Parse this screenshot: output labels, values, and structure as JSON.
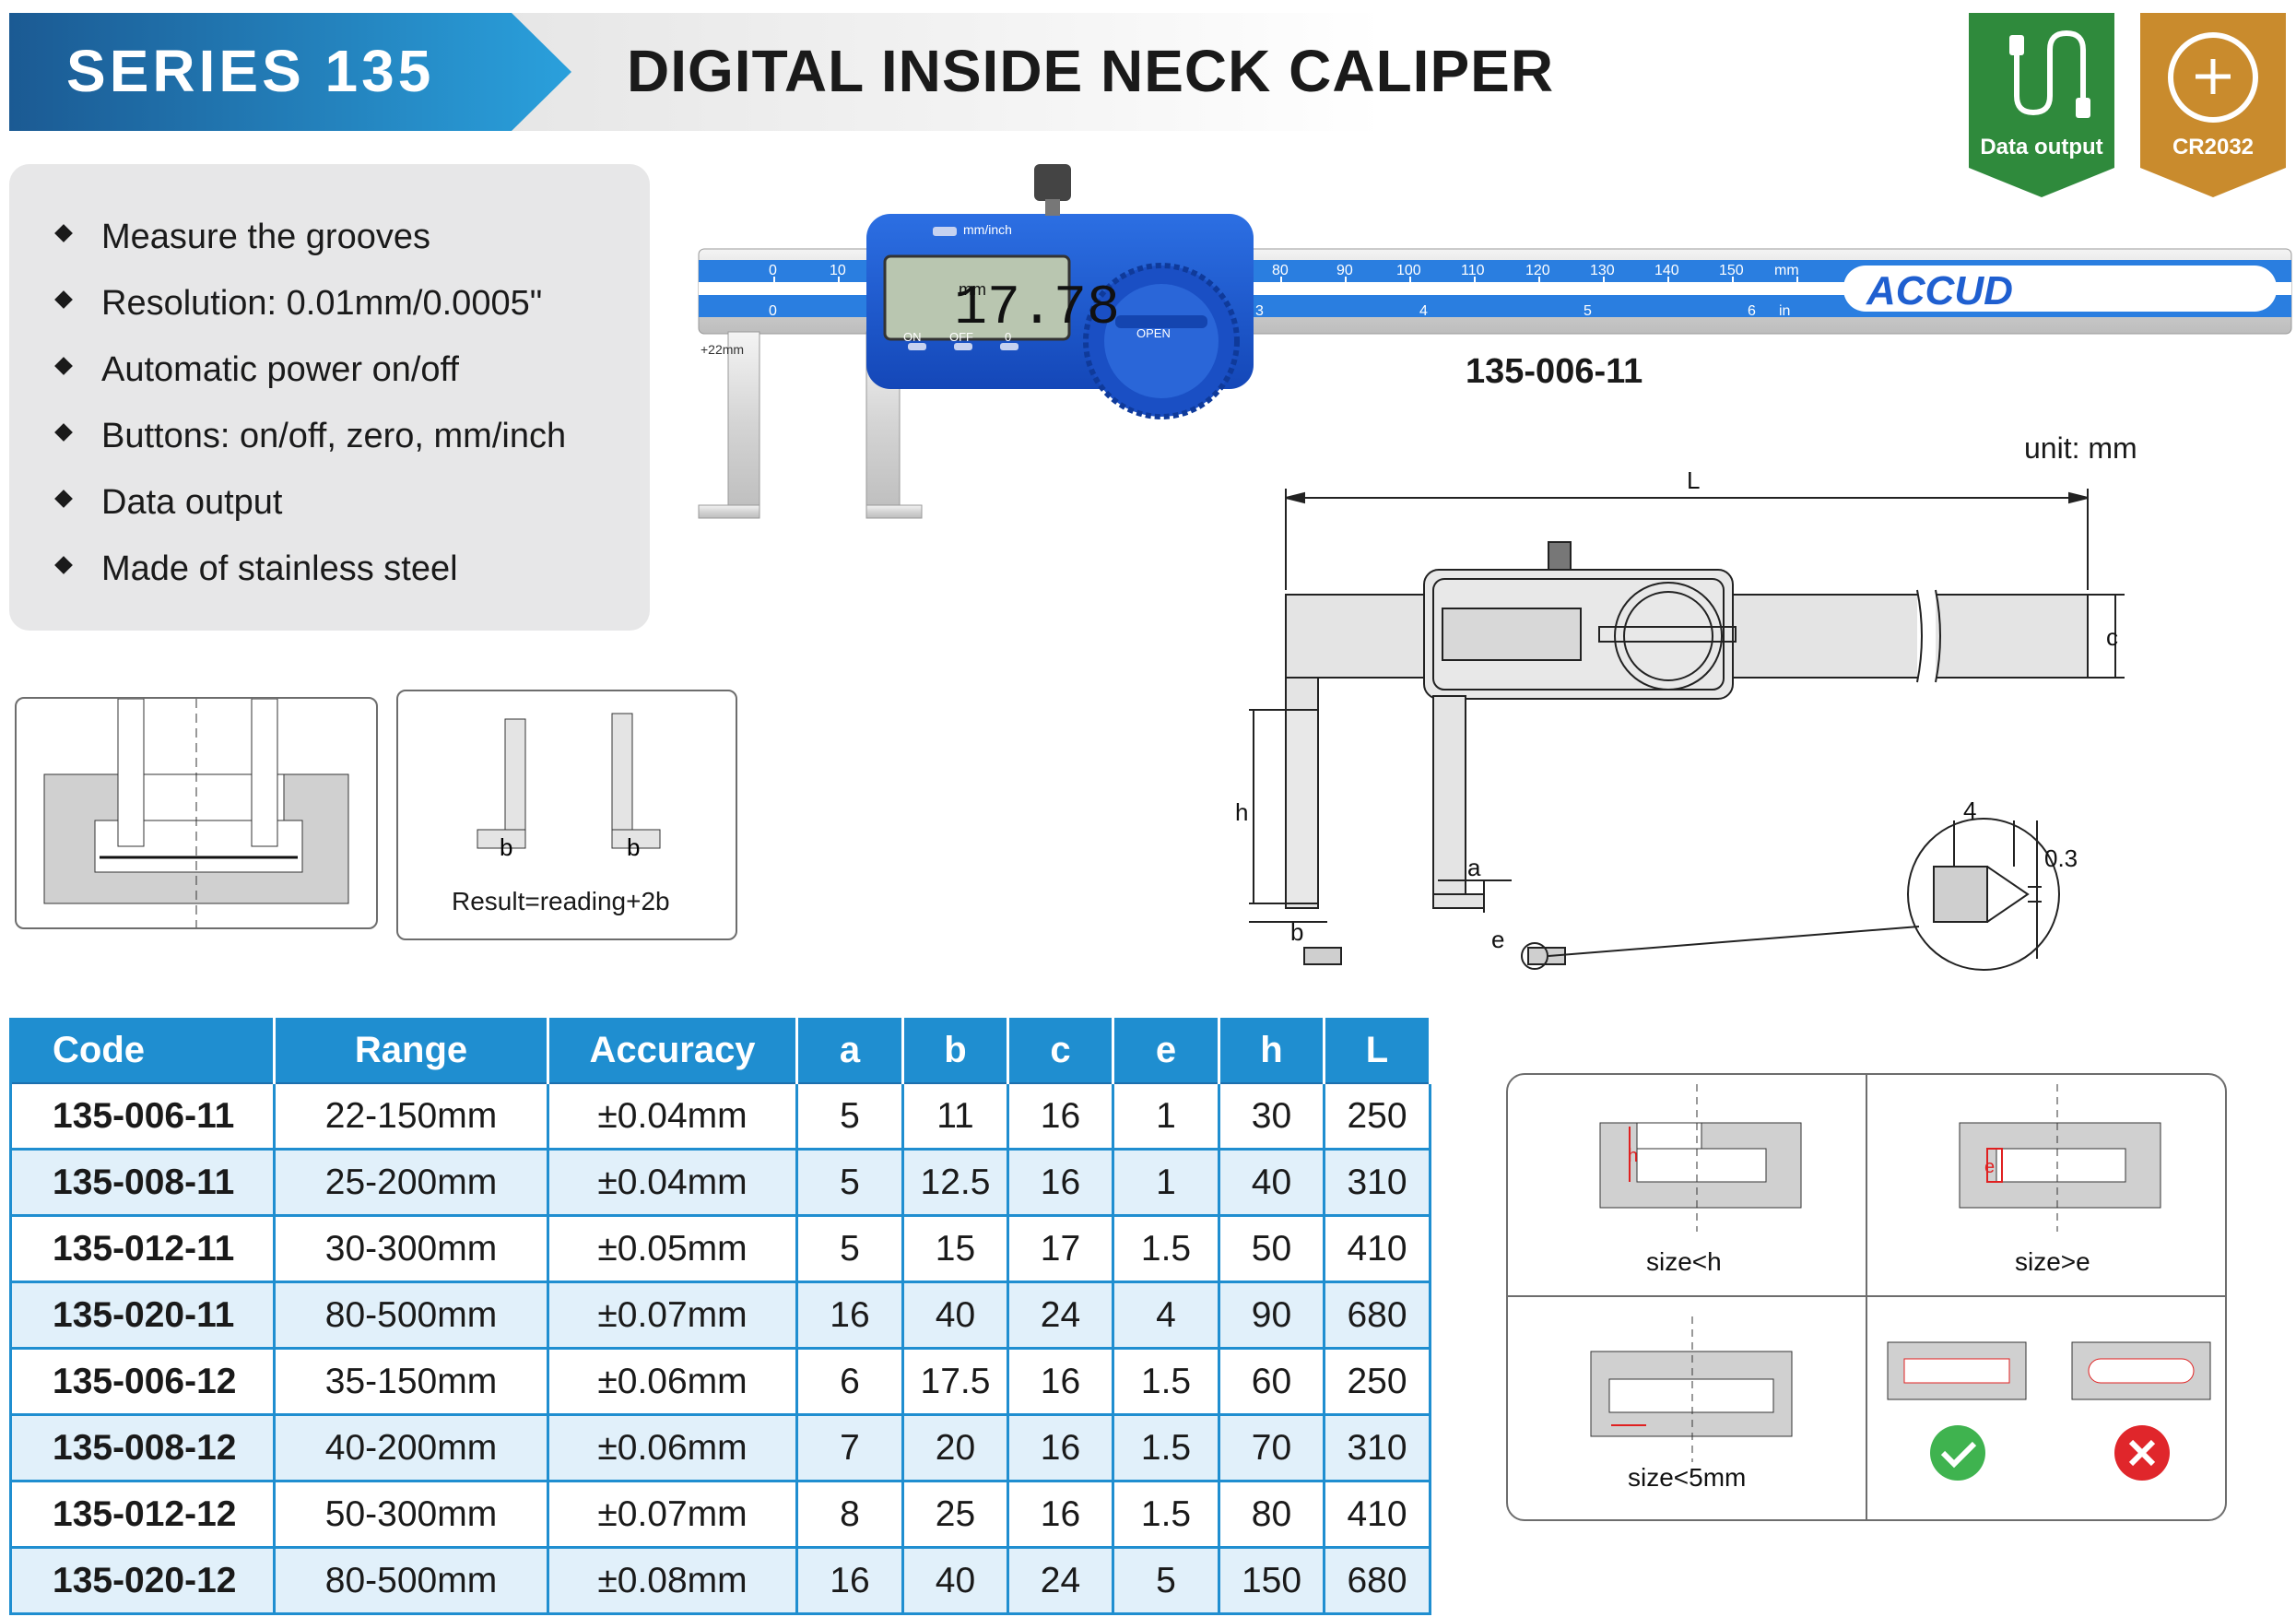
{
  "header": {
    "series": "SERIES 135",
    "title": "DIGITAL INSIDE NECK CALIPER",
    "colors": {
      "banner_blue": "#1f8ed0",
      "banner_dark": "#1b5a93",
      "badge_green": "#2f8a3c",
      "badge_gold": "#c98b2d"
    }
  },
  "badges": [
    {
      "icon": "usb-cable-icon",
      "label": "Data output"
    },
    {
      "icon": "coin-battery-icon",
      "label": "CR2032",
      "inner_text": "CR2032"
    }
  ],
  "features": [
    "Measure the grooves",
    "Resolution: 0.01mm/0.0005\"",
    "Automatic power on/off",
    "Buttons: on/off, zero, mm/inch",
    "Data output",
    "Made of stainless steel"
  ],
  "caliper_photo": {
    "display_value": "17.78",
    "display_unit": "mm",
    "buttons": [
      "mm/inch",
      "ON",
      "OFF",
      "0"
    ],
    "brand": "ACCUD",
    "jaw_label": "+22mm",
    "cover_text": "OPEN",
    "mm_scale": [
      "0",
      "10",
      "80",
      "90",
      "100",
      "110",
      "120",
      "130",
      "140",
      "150",
      "mm"
    ],
    "in_scale": [
      "0",
      "3",
      "4",
      "5",
      "6",
      "in"
    ],
    "model": "135-006-11"
  },
  "diagram": {
    "unit": "unit: mm",
    "labels": {
      "L": "L",
      "c": "c",
      "h": "h",
      "a": "a",
      "b": "b",
      "e": "e",
      "four": "4",
      "tip": "0.3"
    }
  },
  "result_box": {
    "b1": "b",
    "b2": "b",
    "formula": "Result=reading+2b"
  },
  "table": {
    "headers": [
      "Code",
      "Range",
      "Accuracy",
      "a",
      "b",
      "c",
      "e",
      "h",
      "L"
    ],
    "rows": [
      [
        "135-006-11",
        "22-150mm",
        "±0.04mm",
        "5",
        "11",
        "16",
        "1",
        "30",
        "250"
      ],
      [
        "135-008-11",
        "25-200mm",
        "±0.04mm",
        "5",
        "12.5",
        "16",
        "1",
        "40",
        "310"
      ],
      [
        "135-012-11",
        "30-300mm",
        "±0.05mm",
        "5",
        "15",
        "17",
        "1.5",
        "50",
        "410"
      ],
      [
        "135-020-11",
        "80-500mm",
        "±0.07mm",
        "16",
        "40",
        "24",
        "4",
        "90",
        "680"
      ],
      [
        "135-006-12",
        "35-150mm",
        "±0.06mm",
        "6",
        "17.5",
        "16",
        "1.5",
        "60",
        "250"
      ],
      [
        "135-008-12",
        "40-200mm",
        "±0.06mm",
        "7",
        "20",
        "16",
        "1.5",
        "70",
        "310"
      ],
      [
        "135-012-12",
        "50-300mm",
        "±0.07mm",
        "8",
        "25",
        "16",
        "1.5",
        "80",
        "410"
      ],
      [
        "135-020-12",
        "80-500mm",
        "±0.08mm",
        "16",
        "40",
        "24",
        "5",
        "150",
        "680"
      ]
    ]
  },
  "usage": {
    "cells": [
      {
        "caption": "size<h",
        "mark": "h"
      },
      {
        "caption": "size>e",
        "mark": "e"
      },
      {
        "caption": "size<5mm"
      },
      {
        "ok_icon": "check-circle-icon",
        "bad_icon": "cross-circle-icon"
      }
    ]
  }
}
